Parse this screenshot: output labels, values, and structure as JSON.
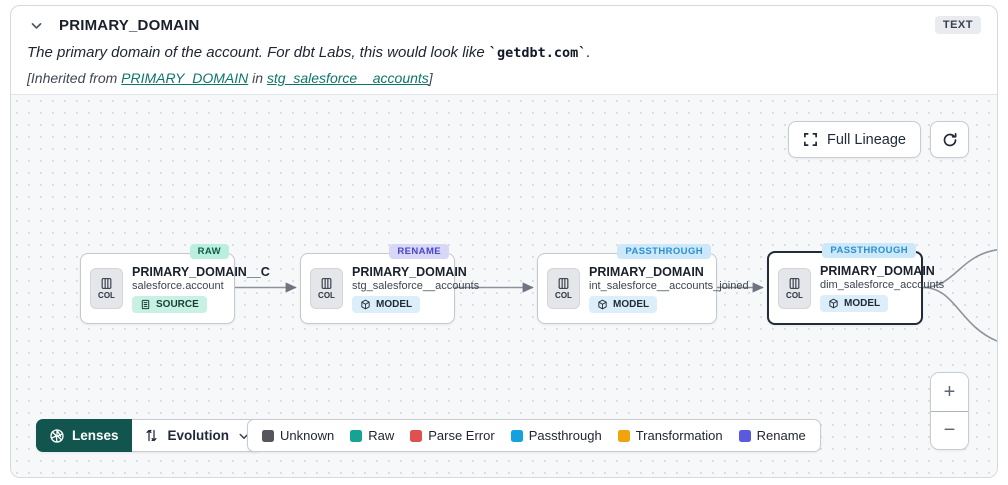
{
  "header": {
    "title": "PRIMARY_DOMAIN",
    "type_badge": "TEXT",
    "description_text": "The primary domain of the account. For dbt Labs, this would look like ",
    "description_code": "`getdbt.com`",
    "description_suffix": ".",
    "inherited_prefix": "[Inherited from ",
    "inherited_link_column": "PRIMARY_DOMAIN",
    "inherited_mid": " in ",
    "inherited_link_model": "stg_salesforce__accounts",
    "inherited_suffix": "]"
  },
  "controls": {
    "full_lineage_label": "Full Lineage",
    "zoom_in_label": "+",
    "zoom_out_label": "−"
  },
  "lenses": {
    "button_label": "Lenses",
    "selected_lens": "Evolution"
  },
  "canvas": {
    "nodes": [
      {
        "badge": "RAW",
        "title": "PRIMARY_DOMAIN__C",
        "subtitle": "salesforce.account",
        "type": "SOURCE",
        "col_label": "COL",
        "selected": false
      },
      {
        "badge": "RENAME",
        "title": "PRIMARY_DOMAIN",
        "subtitle": "stg_salesforce__accounts",
        "type": "MODEL",
        "col_label": "COL",
        "selected": false
      },
      {
        "badge": "PASSTHROUGH",
        "title": "PRIMARY_DOMAIN",
        "subtitle": "int_salesforce__accounts_joined",
        "type": "MODEL",
        "col_label": "COL",
        "selected": false
      },
      {
        "badge": "PASSTHROUGH",
        "title": "PRIMARY_DOMAIN",
        "subtitle": "dim_salesforce_accounts",
        "type": "MODEL",
        "col_label": "COL",
        "selected": true
      }
    ],
    "badge_colors": {
      "RAW": {
        "bg": "#b9efdc",
        "text": "#0f5c4c"
      },
      "RENAME": {
        "bg": "#d9d7f8",
        "text": "#4a45c4"
      },
      "PASSTHROUGH": {
        "bg": "#cde9f9",
        "text": "#2b8fd1"
      }
    },
    "type_badge_colors": {
      "SOURCE": {
        "bg": "#c8f1e3",
        "text": "#143f38"
      },
      "MODEL": {
        "bg": "#dceefa",
        "text": "#1f2a37"
      }
    }
  },
  "legend": {
    "items": [
      {
        "label": "Unknown",
        "color": "#55555e"
      },
      {
        "label": "Raw",
        "color": "#16a394"
      },
      {
        "label": "Parse Error",
        "color": "#e0504f"
      },
      {
        "label": "Passthrough",
        "color": "#14a1e0"
      },
      {
        "label": "Transformation",
        "color": "#f0a30a"
      },
      {
        "label": "Rename",
        "color": "#5a5ae0"
      }
    ]
  }
}
